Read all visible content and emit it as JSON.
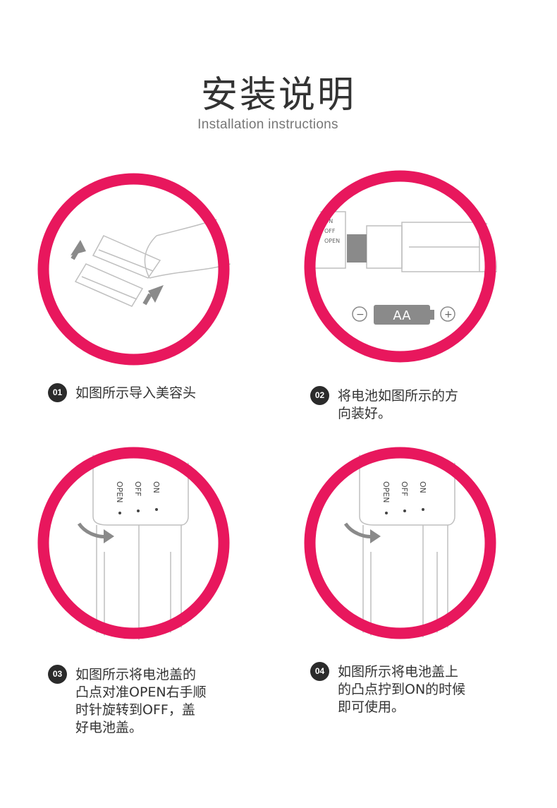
{
  "header": {
    "title": "安装说明",
    "subtitle": "Installation instructions"
  },
  "colors": {
    "ring": "#e8175d",
    "outline": "#bfbfbf",
    "arrow": "#8a8a8a",
    "badge": "#2b2b2b"
  },
  "panel2": {
    "switch_labels": [
      "ON",
      "OFF",
      "OPEN"
    ],
    "battery_label": "AA",
    "minus": "−",
    "plus": "+"
  },
  "panel3": {
    "switch_labels": [
      "ON",
      "OFF",
      "OPEN"
    ]
  },
  "panel4": {
    "switch_labels": [
      "ON",
      "OFF",
      "OPEN"
    ]
  },
  "steps": [
    {
      "num": "01",
      "lines": [
        "如图所示导入美容头"
      ]
    },
    {
      "num": "02",
      "lines": [
        "将电池如图所示的方",
        "向装好。"
      ]
    },
    {
      "num": "03",
      "lines": [
        "如图所示将电池盖的",
        "凸点对准OPEN右手顺",
        "时针旋转到OFF，盖",
        "好电池盖。"
      ]
    },
    {
      "num": "04",
      "lines": [
        "如图所示将电池盖上",
        "的凸点拧到ON的时候",
        "即可使用。"
      ]
    }
  ]
}
